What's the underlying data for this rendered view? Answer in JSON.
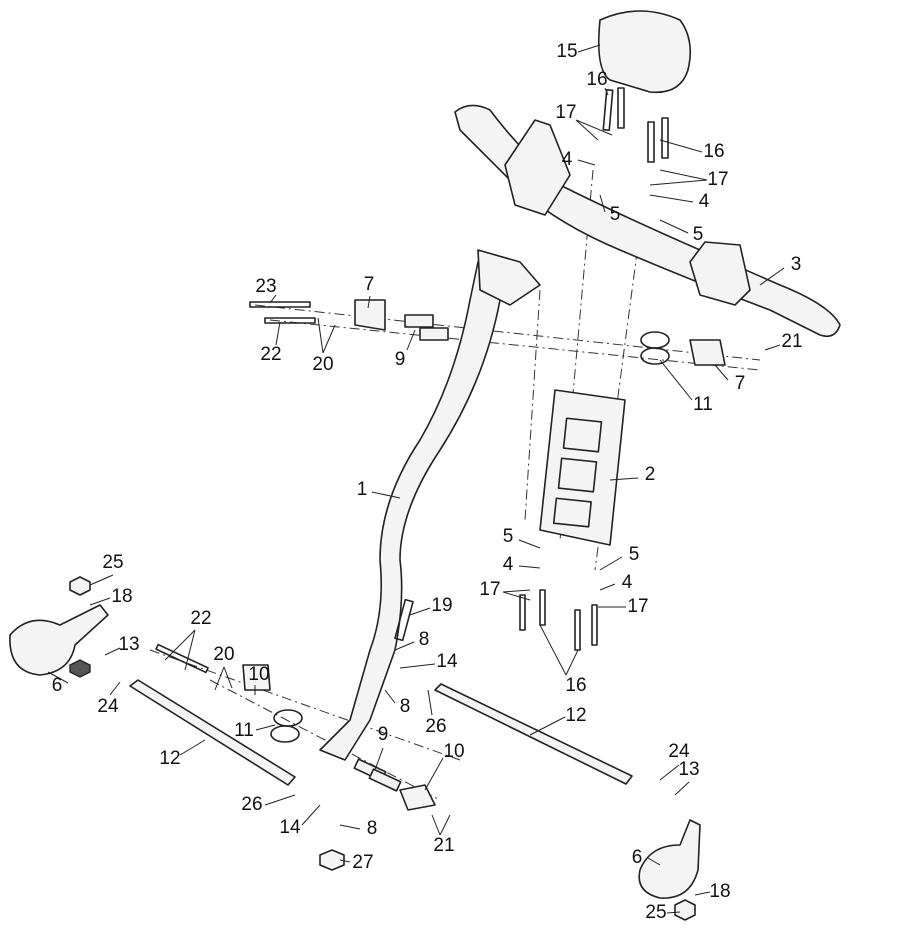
{
  "callouts": [
    "15",
    "16",
    "17",
    "16",
    "17",
    "4",
    "5",
    "4",
    "5",
    "3",
    "23",
    "7",
    "22",
    "20",
    "9",
    "21",
    "7",
    "11",
    "1",
    "2",
    "5",
    "4",
    "17",
    "5",
    "4",
    "17",
    "16",
    "25",
    "18",
    "22",
    "19",
    "8",
    "14",
    "8",
    "26",
    "12",
    "6",
    "13",
    "24",
    "20",
    "10",
    "11",
    "12",
    "9",
    "10",
    "26",
    "14",
    "8",
    "21",
    "27",
    "24",
    "13",
    "6",
    "18",
    "25"
  ]
}
